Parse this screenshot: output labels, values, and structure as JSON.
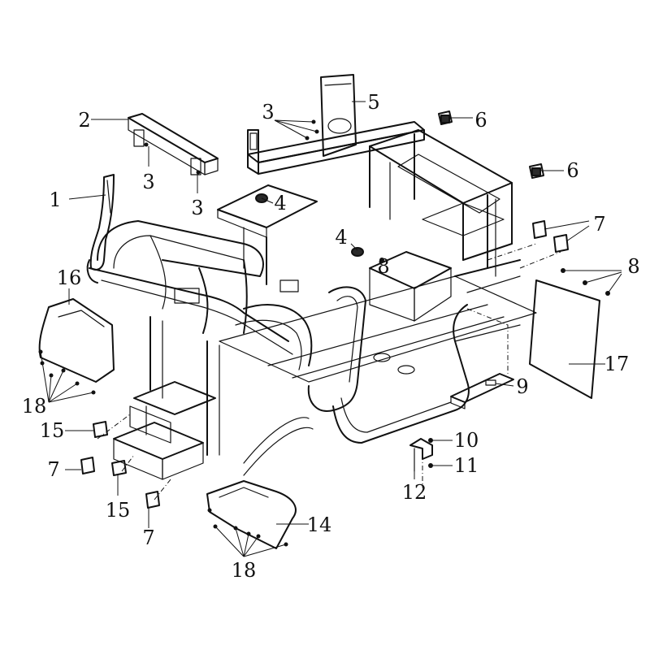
{
  "callouts": [
    {
      "id": "c1",
      "label": "1"
    },
    {
      "id": "c2",
      "label": "2"
    },
    {
      "id": "c3a",
      "label": "3"
    },
    {
      "id": "c3b",
      "label": "3"
    },
    {
      "id": "c3c",
      "label": "3"
    },
    {
      "id": "c4a",
      "label": "4"
    },
    {
      "id": "c4b",
      "label": "4"
    },
    {
      "id": "c5",
      "label": "5"
    },
    {
      "id": "c6a",
      "label": "6"
    },
    {
      "id": "c6b",
      "label": "6"
    },
    {
      "id": "c7a",
      "label": "7"
    },
    {
      "id": "c7b",
      "label": "7"
    },
    {
      "id": "c7c",
      "label": "7"
    },
    {
      "id": "c8a",
      "label": "8"
    },
    {
      "id": "c8b",
      "label": "8"
    },
    {
      "id": "c9",
      "label": "9"
    },
    {
      "id": "c10",
      "label": "10"
    },
    {
      "id": "c11",
      "label": "11"
    },
    {
      "id": "c12",
      "label": "12"
    },
    {
      "id": "c14",
      "label": "14"
    },
    {
      "id": "c15a",
      "label": "15"
    },
    {
      "id": "c15b",
      "label": "15"
    },
    {
      "id": "c16",
      "label": "16"
    },
    {
      "id": "c17",
      "label": "17"
    },
    {
      "id": "c18a",
      "label": "18"
    },
    {
      "id": "c18b",
      "label": "18"
    }
  ]
}
